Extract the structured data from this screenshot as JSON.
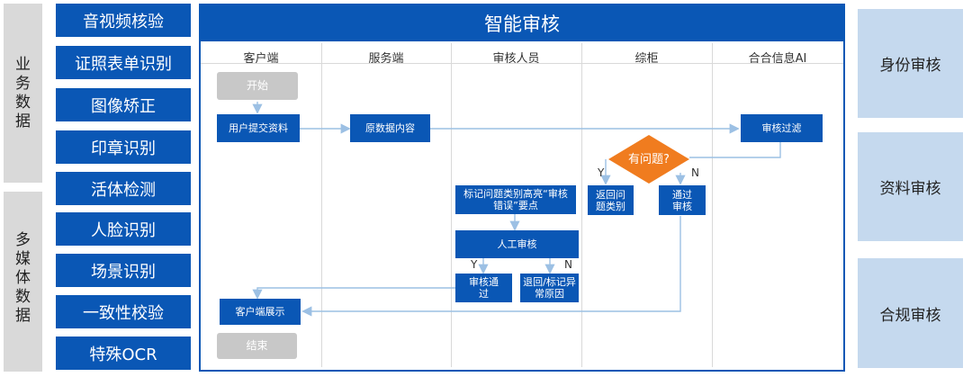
{
  "sidebar": {
    "business": "业务数据",
    "multimedia": "多媒体数据"
  },
  "left_items": [
    "音视频核验",
    "证照表单识别",
    "图像矫正",
    "印章识别",
    "活体检测",
    "人脸识别",
    "场景识别",
    "一致性校验",
    "特殊OCR"
  ],
  "main": {
    "title": "智能审核",
    "lanes": [
      "客户端",
      "服务端",
      "审核人员",
      "综柜",
      "合合信息AI"
    ]
  },
  "nodes": {
    "start": "开始",
    "submit": "用户提交资料",
    "raw": "原数据内容",
    "filter": "审核过滤",
    "problem": "有问题?",
    "return_type": "返回问题类别",
    "pass_review": "通过审核",
    "mark": "标记问题类别高亮“审核错误”要点",
    "manual": "人工审核",
    "manual_pass": "审核通过",
    "return_mark": "退回/标记异常原因",
    "display": "客户端展示",
    "end": "结束"
  },
  "branch_labels": {
    "yes": "Y",
    "no": "N"
  },
  "right_items": [
    "身份审核",
    "资料审核",
    "合规审核"
  ],
  "colors": {
    "primary": "#0a57b5",
    "decision": "#f07c1f",
    "right_box": "#c5d9ee",
    "sidebar": "#d9d9d9",
    "start_end": "#c8c8c8",
    "arrow": "#9cc0e4"
  }
}
